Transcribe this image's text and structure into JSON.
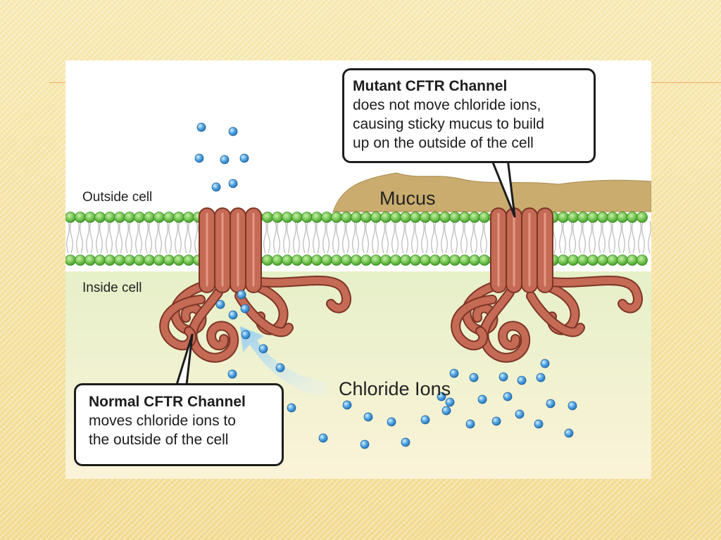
{
  "labels": {
    "outside_cell": "Outside cell",
    "inside_cell": "Inside cell",
    "mucus": "Mucus",
    "chloride_ions": "Chloride Ions"
  },
  "callouts": {
    "mutant": {
      "title": "Mutant CFTR Channel",
      "body": "does not move chloride ions,\ncausing sticky mucus to build\nup on the outside of the cell"
    },
    "normal": {
      "title": "Normal CFTR Channel",
      "body": "moves chloride ions to\nthe outside of the cell"
    }
  },
  "colors": {
    "slide_background": "#f7e6a6",
    "membrane_green": "#6fc44a",
    "protein_red": "#c46a55",
    "ion_blue": "#3b8fd6",
    "mucus_tan": "#c9ac6e",
    "arrow_blue": "#9fd0f0"
  }
}
